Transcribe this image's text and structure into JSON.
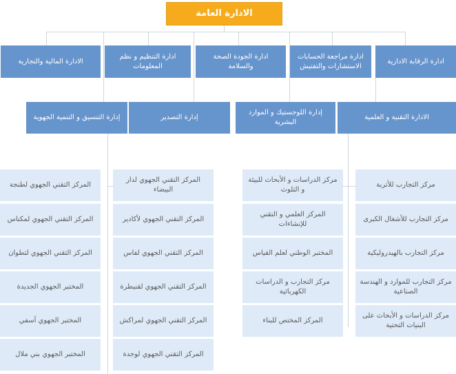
{
  "top": {
    "label": "الادارة العامة"
  },
  "row1": [
    {
      "label": "ادارة الرقابة الادارية"
    },
    {
      "label": "ادارة مراجعة الحسابات الاستشارات والتفتيش"
    },
    {
      "label": "ادارة الجودة الصحة والسلامة"
    },
    {
      "label": "ادارة التنظيم و نظم المعلومات"
    },
    {
      "label": "الادارة المالية والتجارية"
    }
  ],
  "row2": [
    {
      "label": "الادارة التقنية و العلمية"
    },
    {
      "label": "إدارة اللوجستيك و الموارد البشرية"
    },
    {
      "label": "إدارة التصدير"
    },
    {
      "label": "إدارة التنسيق و التنمية الجهوية"
    }
  ],
  "col1": [
    {
      "label": "مركز التجارب للأتربة"
    },
    {
      "label": "مركز التجارب للأشغال الكبرى"
    },
    {
      "label": "مركز التجارب بالهيدروليكية"
    },
    {
      "label": "مركز التجارب للموارد و الهندسة الصناعية"
    },
    {
      "label": "مركز الدراسات و الأبحاث على البنيات التحتية"
    }
  ],
  "col2": [
    {
      "label": "مركز الدراسات و الأبحاث للبيئة و التلوث"
    },
    {
      "label": "المركز العلمي و التقني للإنشاءات"
    },
    {
      "label": "المختبر الوطني لعلم القياس"
    },
    {
      "label": "مركز التجارب و الدراسات الكهربائية"
    },
    {
      "label": "المركز المختص للبناء"
    }
  ],
  "col3": [
    {
      "label": "المركز التقني الجهوي لدار البيضاء"
    },
    {
      "label": "المركز التقني الجهوي لأكادير"
    },
    {
      "label": "المركز التقني الجهوي لفاس"
    },
    {
      "label": "المركز التقني الجهوي لقنيطرة"
    },
    {
      "label": "المركز التقني الجهوي لمراكش"
    },
    {
      "label": "المركز التقني الجهوي لوجدة"
    }
  ],
  "col4": [
    {
      "label": "المركز التقني الجهوي لطنجة"
    },
    {
      "label": "المركز التقني الجهوي لمكناس"
    },
    {
      "label": "المركز التقني الجهوي لتطوان"
    },
    {
      "label": "المختبر الجهوي الجديدة"
    },
    {
      "label": "المختبر الجهوي آسفي"
    },
    {
      "label": "المختبر الجهوي بني ملال"
    }
  ],
  "colors": {
    "top": "#f6ab1c",
    "department": "#6694cc",
    "center": "#deeaf7",
    "connector": "#cfd6df"
  }
}
